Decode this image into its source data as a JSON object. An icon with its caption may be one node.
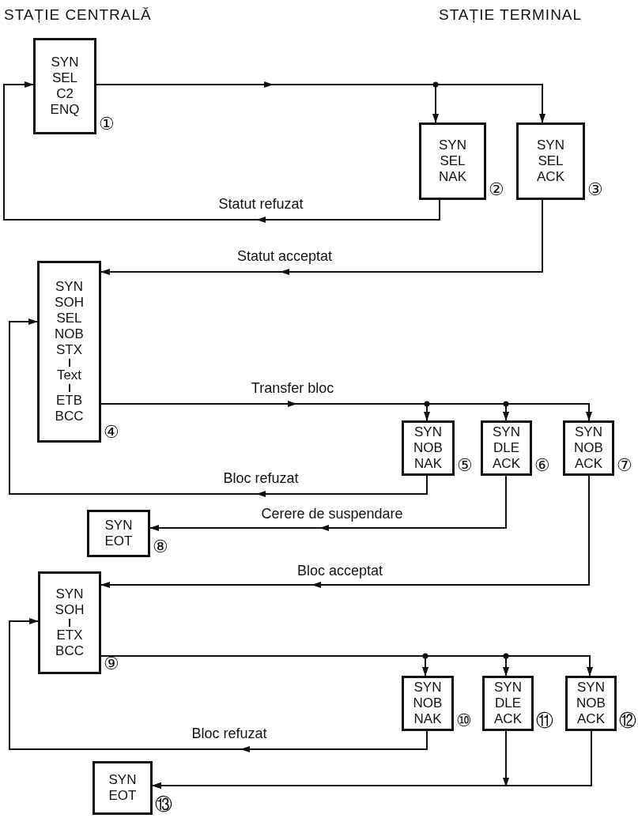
{
  "diagram": {
    "nodes": [
      {
        "text": [
          "SYN",
          "SEL",
          "C2",
          "ENQ"
        ],
        "beside": [
          "①"
        ]
      },
      {
        "text": [
          "SYN",
          "SEL",
          "NAK"
        ],
        "beside": [
          "②"
        ]
      },
      {
        "text": [
          "SYN",
          "SEL",
          "ACK"
        ],
        "beside": [
          "③"
        ]
      },
      {
        "text": [
          "SYN",
          "SOH",
          "SEL",
          "NOB",
          "STX",
          "Text",
          "ETB",
          "BCC"
        ],
        "beside": [
          "④"
        ]
      },
      {
        "text": [
          "SYN",
          "NOB",
          "NAK"
        ],
        "beside": [
          "⑤"
        ]
      },
      {
        "text": [
          "SYN",
          "DLE",
          "ACK"
        ],
        "beside": [
          "⑥"
        ]
      },
      {
        "text": [
          "SYN",
          "NOB",
          "ACK"
        ],
        "beside": [
          "⑦"
        ]
      },
      {
        "text": [
          "SYN",
          "EOT"
        ],
        "beside": [
          "⑧"
        ]
      },
      {
        "text": [
          "SYN",
          "SOH",
          "ETX",
          "BCC"
        ],
        "beside": [
          "⑨"
        ]
      },
      {
        "text": [
          "SYN",
          "NOB",
          "NAK"
        ],
        "beside": [
          "⑩"
        ]
      },
      {
        "text": [
          "SYN",
          "DLE",
          "ACK"
        ],
        "beside": [
          "⑪"
        ]
      },
      {
        "text": [
          "SYN",
          "NOB",
          "ACK"
        ],
        "beside": [
          "⑫"
        ]
      },
      {
        "text": [
          "SYN",
          "EOT"
        ],
        "beside": [
          "⑬"
        ]
      }
    ],
    "edges": [
      {
        "from": 0,
        "to": 1,
        "arrow": "to"
      },
      {
        "from": 0,
        "to": 2,
        "arrow": "to"
      },
      {
        "from": 1,
        "to": 0,
        "arrow": "to",
        "label": "Statut refuzat"
      },
      {
        "from": 2,
        "to": 3,
        "arrow": "to",
        "label": "Statut acceptat"
      },
      {
        "from": 3,
        "to": 4,
        "arrow": "to",
        "label": "Transfer bloc"
      },
      {
        "from": 3,
        "to": 5,
        "arrow": "to"
      },
      {
        "from": 3,
        "to": 6,
        "arrow": "to"
      },
      {
        "from": 4,
        "to": 3,
        "arrow": "to",
        "label": "Bloc refuzat"
      },
      {
        "from": 5,
        "to": 7,
        "arrow": "to",
        "label": "Cerere de suspendare"
      },
      {
        "from": 6,
        "to": 8,
        "arrow": "to",
        "label": "Bloc acceptat"
      },
      {
        "from": 8,
        "to": 9,
        "arrow": "to"
      },
      {
        "from": 8,
        "to": 10,
        "arrow": "to"
      },
      {
        "from": 8,
        "to": 11,
        "arrow": "to"
      },
      {
        "from": 9,
        "to": 8,
        "arrow": "to",
        "label": "Bloc refuzat"
      },
      {
        "from": 10,
        "to": 12,
        "arrow": "to"
      },
      {
        "from": 11,
        "to": 12,
        "arrow": "to"
      }
    ],
    "labels": [
      "STAȚIE CENTRALĂ",
      "STAȚIE TERMINAL"
    ]
  }
}
